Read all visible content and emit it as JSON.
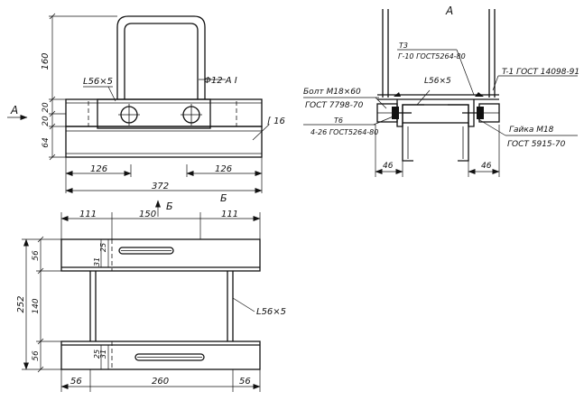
{
  "front_view": {
    "dimensions": {
      "height_160": "160",
      "height_20a": "20",
      "height_20b": "20",
      "height_64": "64",
      "left_126": "126",
      "right_126": "126",
      "overall_372": "372"
    },
    "labels": {
      "angle": "L56×5",
      "u_bolt": "Φ12 A I",
      "channel": "[ 16",
      "view_arrow_a": "A",
      "view_arrow_b": "Б"
    }
  },
  "side_view": {
    "title": "A",
    "labels": {
      "weld_top": "T3",
      "weld_top_spec": "Γ-10 ГОСТ5264-80",
      "angle": "L56×5",
      "bolt": "Болт М18×60",
      "bolt_std": "ГОСТ 7798-70",
      "weld_bottom": "T6",
      "weld_bottom_spec": "4-26 ГОСТ5264-80",
      "rod_std": "T-1 ГОСТ 14098-91",
      "nut": "Гайка М18",
      "nut_std": "ГОСТ 5915-70"
    },
    "dimensions": {
      "left_46": "46",
      "right_46": "46"
    }
  },
  "plan_view": {
    "title": "Б",
    "dimensions": {
      "top_111a": "111",
      "top_150": "150",
      "top_111b": "111",
      "left_252": "252",
      "left_56a": "56",
      "left_140": "140",
      "left_56b": "56",
      "slot_31a": "31",
      "slot_25a": "25",
      "slot_25b": "25",
      "slot_31b": "31",
      "bottom_56a": "56",
      "bottom_260": "260",
      "bottom_56b": "56"
    },
    "labels": {
      "angle": "L56×5"
    }
  }
}
